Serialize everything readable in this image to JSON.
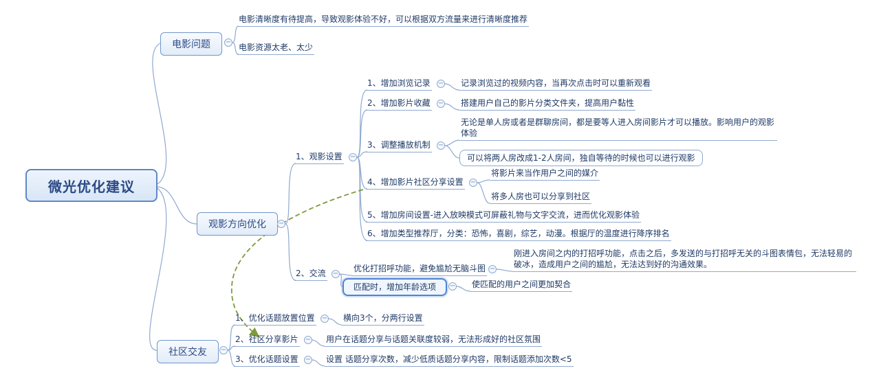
{
  "root": {
    "label": "微光优化建议"
  },
  "movie": {
    "label": "电影问题",
    "notes": [
      {
        "label": "电影清晰度有待提高，导致观影体验不好，可以根据双方流量来进行清晰度推荐"
      },
      {
        "label": "电影资源太老、太少"
      }
    ]
  },
  "viewing": {
    "label": "观影方向优化",
    "settings": {
      "label": "1、观影设置",
      "items": [
        {
          "label": "1、增加浏览记录",
          "note": "记录浏览过的视频内容，当再次点击时可以重新观看"
        },
        {
          "label": "2、增加影片收藏",
          "note": "搭建用户自己的影片分类文件夹，提高用户黏性"
        },
        {
          "label": "3、调整播放机制",
          "note": "无论是单人房或者是群聊房间，都是要等人进入房间影片才可以播放。影响用户的观影体验",
          "note2": "可以将两人房改成1-2人房间，独自等待的时候也可以进行观影"
        },
        {
          "label": "4、增加影片社区分享设置",
          "note": "将影片来当作用户之间的媒介",
          "note2": "将多人房也可以分享到社区"
        },
        {
          "label": "5、增加房间设置-进入放映模式可屏蔽礼物与文字交流，进而优化观影体验"
        },
        {
          "label": "6、增加类型推荐厅，分类：恐怖，喜剧，综艺，动漫。根据厅的温度进行降序排名"
        }
      ]
    },
    "chat": {
      "label": "2、交流",
      "greeting": {
        "label": "优化打招呼功能，避免尴尬无脑斗图",
        "note": "刚进入房间之内的打招呼功能，点击之后，多发送的与打招呼无关的斗图表情包，无法轻易的破冰，造成用户之间的尴尬，无法达到好的沟通效果。"
      },
      "match": {
        "label": "匹配时，增加年龄选项",
        "note": "使匹配的用户之间更加契合"
      }
    }
  },
  "community": {
    "label": "社区交友",
    "items": [
      {
        "label": "1、优化话题放置位置",
        "note": "横向3个，分两行设置"
      },
      {
        "label": "2、社区分享影片",
        "note": "用户在话题分享与话题关联度较弱，无法形成好的社区氛围"
      },
      {
        "label": "3、优化话题设置",
        "note": "设置 话题分享次数，减少低质话题分享内容，限制话题添加次数<5"
      }
    ]
  },
  "icons": {
    "collapse_glyph": "−"
  },
  "colors": {
    "line": "#8fa9cf",
    "text": "#1f3a66",
    "accent": "#5f86c6",
    "cross_link": "#7e9a3e"
  }
}
